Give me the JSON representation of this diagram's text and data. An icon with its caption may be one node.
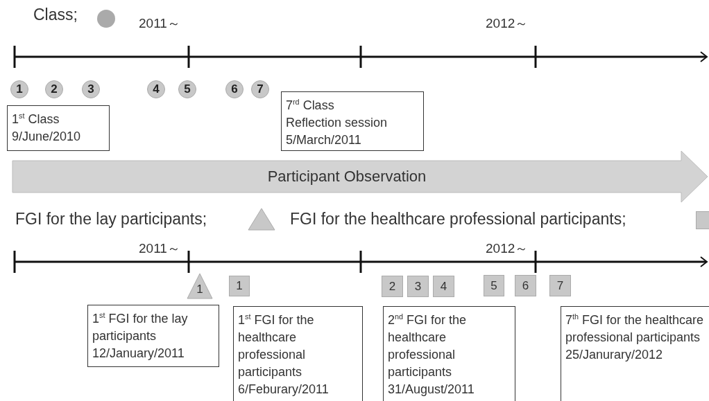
{
  "diagram": {
    "nodes": [
      {
        "text": [
          "1"
        ]
      },
      {
        "text": [
          "2"
        ]
      },
      {
        "text": [
          "3"
        ]
      },
      {
        "text": [
          "4"
        ]
      },
      {
        "text": [
          "5"
        ]
      },
      {
        "text": [
          "6"
        ]
      },
      {
        "text": [
          "7"
        ]
      },
      {
        "text": [
          "1$^{st}$ Class",
          "9/June/2010"
        ]
      },
      {
        "text": [
          "7$^{rd}$ Class",
          "Reflection session",
          "5/March/2011"
        ]
      },
      {
        "text": [
          "Participant Observation"
        ]
      },
      {
        "text": [
          "1"
        ]
      },
      {
        "text": [
          "1"
        ]
      },
      {
        "text": [
          "2"
        ]
      },
      {
        "text": [
          "3"
        ]
      },
      {
        "text": [
          "4"
        ]
      },
      {
        "text": [
          "5"
        ]
      },
      {
        "text": [
          "6"
        ]
      },
      {
        "text": [
          "7"
        ]
      },
      {
        "text": [
          "1$^{st}$ FGI for the lay participants",
          "12/January/2011"
        ]
      },
      {
        "text": [
          "1$^{st}$ FGI for the healthcare professional participants",
          "6/Feburary/2011"
        ]
      },
      {
        "text": [
          "2$^{nd}$ FGI for the healthcare professional participants",
          "31/August/2011"
        ]
      },
      {
        "text": [
          "7$^{th}$ FGI for the healthcare professional participants",
          "25/Janurary/2012"
        ]
      }
    ],
    "labels": [
      "2011～",
      "2012～",
      "2011～",
      "2012～"
    ],
    "legend": [
      {
        "text": "Class;"
      },
      {
        "text": "FGI for the lay participants;"
      },
      {
        "text": "FGI for the healthcare professional participants;"
      }
    ]
  }
}
